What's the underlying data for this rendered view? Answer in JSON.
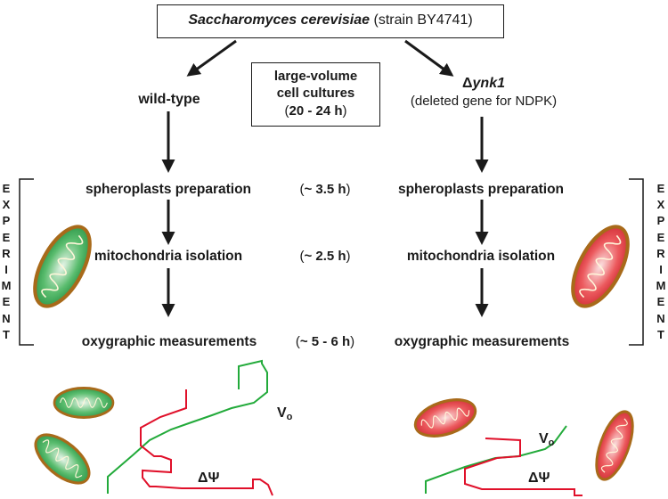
{
  "title_box": {
    "species": "Saccharomyces cerevisiae",
    "strain": "(strain BY4741)"
  },
  "wild_type": {
    "label": "wild-type"
  },
  "mutant": {
    "prefix": "Δ",
    "gene": "ynk1",
    "note": "(deleted gene for NDPK)"
  },
  "cultures_box": {
    "line1": "large-volume",
    "line2": "cell cultures",
    "line3_prefix": "(",
    "line3_bold": "20 - 24 h",
    "line3_suffix": ")"
  },
  "steps": [
    {
      "label": "spheroplasts preparation",
      "time_prefix": "(",
      "time_bold": "~ 3.5 h",
      "time_suffix": ")"
    },
    {
      "label": "mitochondria isolation",
      "time_prefix": "(",
      "time_bold": "~ 2.5 h",
      "time_suffix": ")"
    },
    {
      "label": "oxygraphic measurements",
      "time_prefix": "(",
      "time_bold": "~ 5 - 6 h",
      "time_suffix": ")"
    }
  ],
  "experiment_label": [
    "E",
    "X",
    "P",
    "E",
    "R",
    "I",
    "M",
    "E",
    "N",
    "T"
  ],
  "trace_labels": {
    "vo_main": "V",
    "vo_sub": "o",
    "dpsi": "ΔΨ"
  },
  "colors": {
    "green_mito": "#2e9e4f",
    "red_mito": "#e0373c",
    "outline": "#a86a1a",
    "trace_green": "#22aa3a",
    "trace_red": "#e0102a"
  }
}
